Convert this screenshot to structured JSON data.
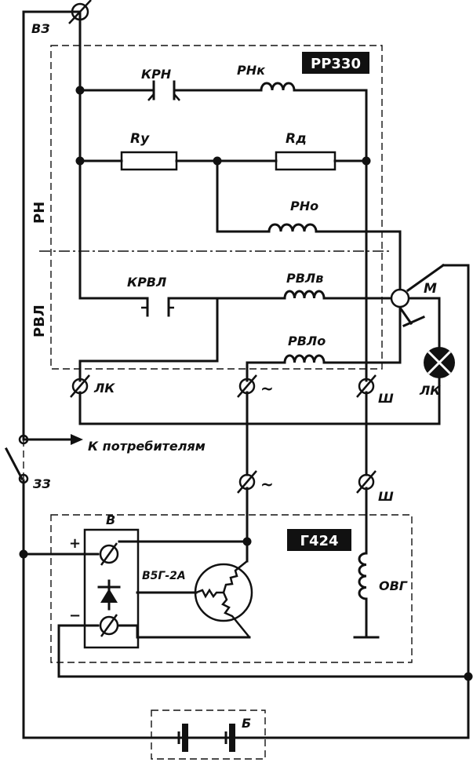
{
  "blocks": {
    "regulator": "РР330",
    "generator": "Г424",
    "side_rn": "РН",
    "side_rvl": "РВЛ"
  },
  "labels": {
    "vz": "ВЗ",
    "krn": "КРН",
    "rnk": "РНк",
    "ry": "Rу",
    "rd": "Rд",
    "rno": "РНо",
    "krvl": "КРВЛ",
    "rvlv": "РВЛв",
    "rvlo": "РВЛо",
    "m": "М",
    "lk_terminal": "ЛК",
    "lk_lamp": "ЛК",
    "tilde_top": "~",
    "sh_top": "Ш",
    "tilde_mid": "~",
    "sh_mid": "Ш",
    "consumers": "К потребителям",
    "zz": "ЗЗ",
    "v": "В",
    "plus": "+",
    "minus": "−",
    "rectifier": "В5Г-2А",
    "ovg": "ОВГ",
    "battery": "Б"
  }
}
